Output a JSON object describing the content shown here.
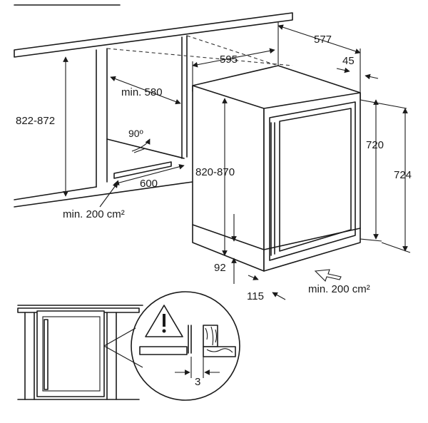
{
  "dimensions": {
    "depth_total": "577",
    "width": "595",
    "door_offset": "45",
    "niche_depth": "min. 580",
    "niche_height": "822-872",
    "door_open_angle": "90º",
    "niche_width": "600",
    "ventilation_top": "min. 200 cm²",
    "cabinet_height": "820-870",
    "body_height": "720",
    "total_height": "724",
    "plinth_height": "92",
    "plinth_depth": "115",
    "ventilation_bottom": "min. 200 cm²",
    "gap": "3"
  }
}
